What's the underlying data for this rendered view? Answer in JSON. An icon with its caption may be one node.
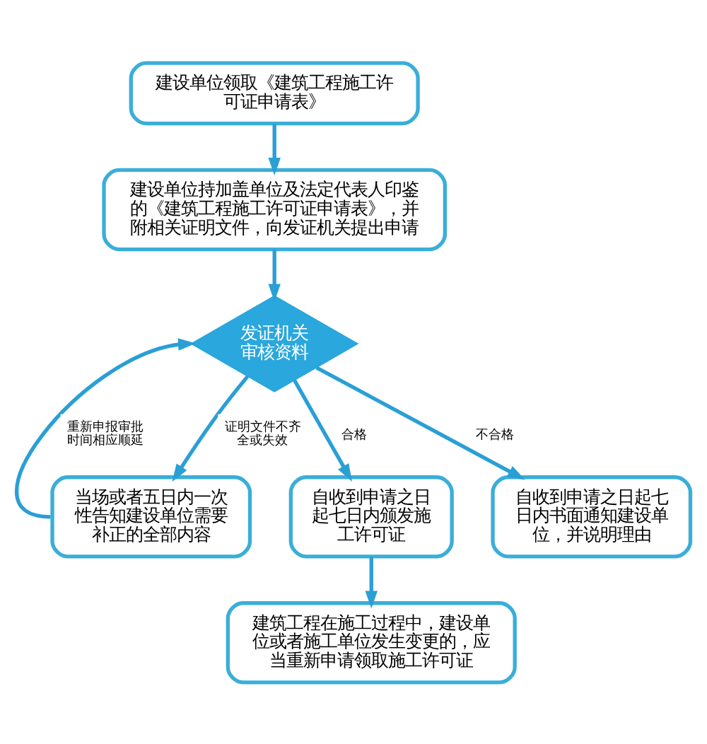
{
  "diagram": {
    "nodes": [
      {
        "text": [
          "建设单位领取《建筑工程施工许可证申请表》"
        ]
      },
      {
        "text": [
          "建设单位持加盖单位及法定代表人印鉴的《建筑工程施工许可证申请表》，并附相关证明文件，向发证机关提出申请"
        ]
      },
      {
        "text": [
          "发证机关审核资料"
        ]
      },
      {
        "text": [
          "当场或者五日内一次性告知建设单位需要补正的全部内容"
        ]
      },
      {
        "text": [
          "自收到申请之日起七日内颁发施工许可证"
        ]
      },
      {
        "text": [
          "自收到申请之日起七日内书面通知建设单位，并说明理由"
        ]
      },
      {
        "text": [
          "建筑工程在施工过程中，建设单位或者施工单位发生变更的，应当重新申请领取施工许可证"
        ]
      }
    ],
    "edges": [
      {
        "from": 0,
        "to": 1,
        "arrow": "to"
      },
      {
        "from": 1,
        "to": 2,
        "arrow": "to"
      },
      {
        "from": 2,
        "to": 3,
        "arrow": "to",
        "label": "证明文件不齐全或失效"
      },
      {
        "from": 2,
        "to": 4,
        "arrow": "to",
        "label": "合格"
      },
      {
        "from": 2,
        "to": 5,
        "arrow": "to",
        "label": "不合格"
      },
      {
        "from": 3,
        "to": 2,
        "arrow": "to",
        "label": "重新申报审批时间相应顺延"
      },
      {
        "from": 4,
        "to": 6,
        "arrow": "to"
      }
    ]
  }
}
